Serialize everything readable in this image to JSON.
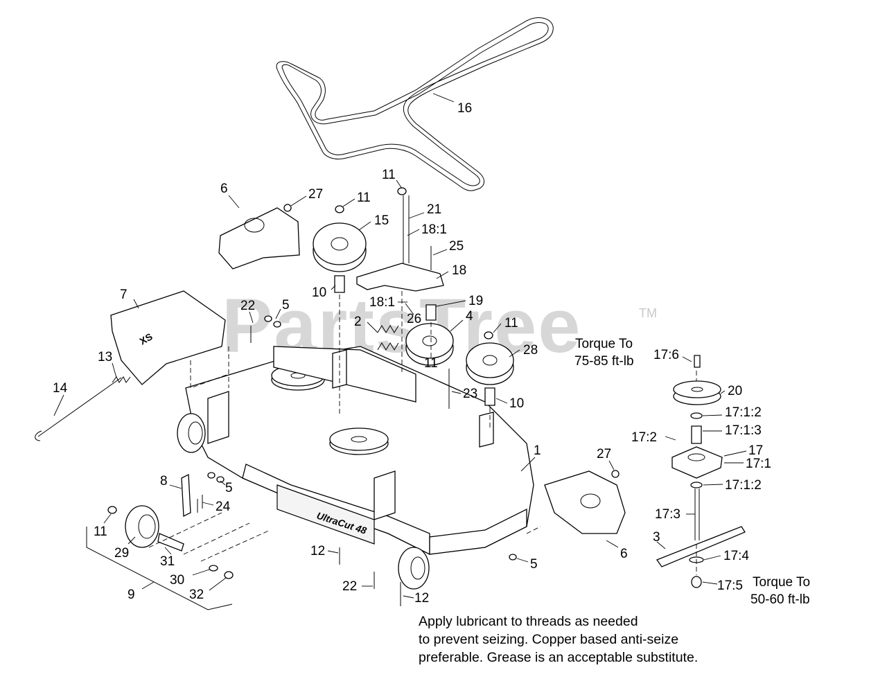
{
  "watermark": {
    "text": "PartsTree",
    "trademark": "TM"
  },
  "callouts": [
    {
      "id": "c16",
      "text": "16"
    },
    {
      "id": "c11a",
      "text": "11"
    },
    {
      "id": "c21",
      "text": "21"
    },
    {
      "id": "c6a",
      "text": "6"
    },
    {
      "id": "c27a",
      "text": "27"
    },
    {
      "id": "c11b",
      "text": "11"
    },
    {
      "id": "c15",
      "text": "15"
    },
    {
      "id": "c181a",
      "text": "18:1"
    },
    {
      "id": "c25",
      "text": "25"
    },
    {
      "id": "c18",
      "text": "18"
    },
    {
      "id": "c10a",
      "text": "10"
    },
    {
      "id": "c7",
      "text": "7"
    },
    {
      "id": "c22a",
      "text": "22"
    },
    {
      "id": "c5a",
      "text": "5"
    },
    {
      "id": "c181b",
      "text": "18:1"
    },
    {
      "id": "c19",
      "text": "19"
    },
    {
      "id": "c2",
      "text": "2"
    },
    {
      "id": "c26",
      "text": "26"
    },
    {
      "id": "c4",
      "text": "4"
    },
    {
      "id": "c11c",
      "text": "11"
    },
    {
      "id": "c13",
      "text": "13"
    },
    {
      "id": "c28",
      "text": "28"
    },
    {
      "id": "c11d",
      "text": "11"
    },
    {
      "id": "c176",
      "text": "17:6"
    },
    {
      "id": "c14",
      "text": "14"
    },
    {
      "id": "c23",
      "text": "23"
    },
    {
      "id": "c10b",
      "text": "10"
    },
    {
      "id": "c20",
      "text": "20"
    },
    {
      "id": "c1712a",
      "text": "17:1:2"
    },
    {
      "id": "c1713",
      "text": "17:1:3"
    },
    {
      "id": "c172",
      "text": "17:2"
    },
    {
      "id": "c1",
      "text": "1"
    },
    {
      "id": "c27b",
      "text": "27"
    },
    {
      "id": "c17",
      "text": "17"
    },
    {
      "id": "c171",
      "text": "17:1"
    },
    {
      "id": "c8",
      "text": "8"
    },
    {
      "id": "c5b",
      "text": "5"
    },
    {
      "id": "c1712b",
      "text": "17:1:2"
    },
    {
      "id": "c24",
      "text": "24"
    },
    {
      "id": "c173",
      "text": "17:3"
    },
    {
      "id": "c11e",
      "text": "11"
    },
    {
      "id": "c3",
      "text": "3"
    },
    {
      "id": "c29",
      "text": "29"
    },
    {
      "id": "c12a",
      "text": "12"
    },
    {
      "id": "c6b",
      "text": "6"
    },
    {
      "id": "c174",
      "text": "17:4"
    },
    {
      "id": "c31",
      "text": "31"
    },
    {
      "id": "c5c",
      "text": "5"
    },
    {
      "id": "c30",
      "text": "30"
    },
    {
      "id": "c9",
      "text": "9"
    },
    {
      "id": "c175",
      "text": "17:5"
    },
    {
      "id": "c22b",
      "text": "22"
    },
    {
      "id": "c32",
      "text": "32"
    },
    {
      "id": "c12b",
      "text": "12"
    }
  ],
  "torque_notes": [
    {
      "id": "t1",
      "lines": [
        "Torque To",
        "75-85 ft-lb"
      ]
    },
    {
      "id": "t2",
      "lines": [
        "Torque To",
        "50-60 ft-lb"
      ]
    }
  ],
  "lubricant_note": {
    "lines": [
      "Apply lubricant to threads as needed",
      "to prevent seizing. Copper based anti-seize",
      "preferable. Grease is an acceptable substitute."
    ]
  },
  "deck_label": "UltraCut 48"
}
